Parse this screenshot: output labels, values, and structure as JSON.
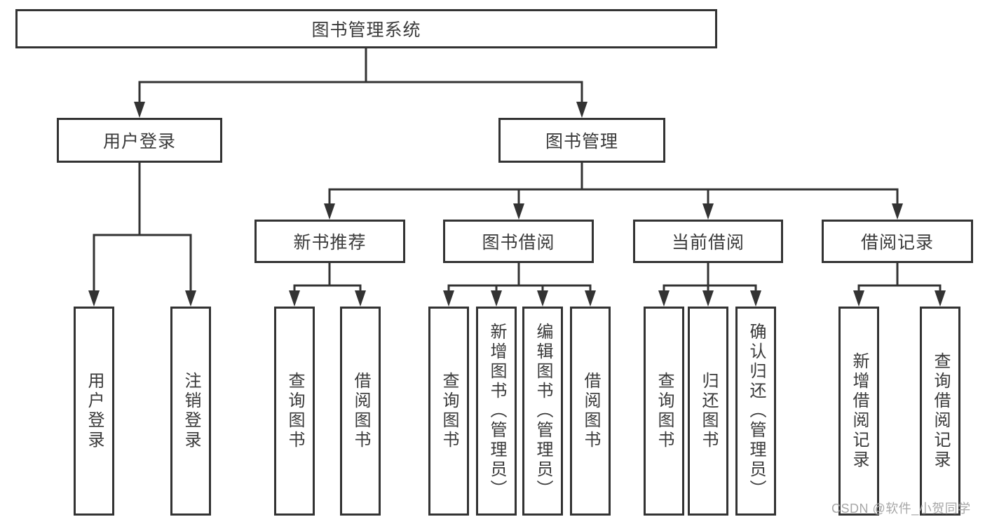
{
  "colors": {
    "line": "#333333",
    "box_border": "#333333",
    "box_fill": "#ffffff",
    "text": "#3a3a3a",
    "watermark": "#989898"
  },
  "watermark": "CSDN @软件_小贺同学",
  "nodes": {
    "root": "图书管理系统",
    "user_login_group": "用户登录",
    "book_mgmt": "图书管理",
    "new_book_rec": "新书推荐",
    "book_borrow": "图书借阅",
    "current_borrow": "当前借阅",
    "borrow_records": "借阅记录",
    "user_login": "用户登录",
    "logout": "注销登录",
    "nbr_query_books": "查询图书",
    "nbr_borrow_books": "借阅图书",
    "bb_query_books": "查询图书",
    "bb_add_books": "新增图书（管理员）",
    "bb_edit_books": "编辑图书（管理员）",
    "bb_borrow_books": "借阅图书",
    "cb_query_books": "查询图书",
    "cb_return_books": "归还图书",
    "cb_confirm_return": "确认归还（管理员）",
    "br_add_record": "新增借阅记录",
    "br_query_record": "查询借阅记录"
  }
}
